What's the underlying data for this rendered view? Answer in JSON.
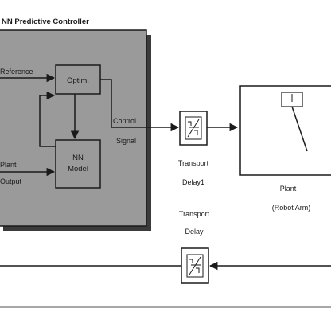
{
  "controller": {
    "title": "NN Predictive Controller",
    "reference_label": "Reference",
    "optim_label": "Optim.",
    "nn_model_line1": "NN",
    "nn_model_line2": "Model",
    "plant_output_line1": "Plant",
    "plant_output_line2": "Output",
    "control_signal_line1": "Control",
    "control_signal_line2": "Signal"
  },
  "transport_delay_1": {
    "line1": "Transport",
    "line2": "Delay1"
  },
  "transport_delay_2": {
    "line1": "Transport",
    "line2": "Delay"
  },
  "plant": {
    "line1": "Plant",
    "line2": "(Robot Arm)"
  },
  "colors": {
    "controller_fill": "#9a9a9a",
    "controller_shadow": "#3a3a3a",
    "block_fill": "#ffffff",
    "line": "#1a1a1a"
  },
  "icons": [
    "delay-icon",
    "robot-arm-icon",
    "arrow-icon"
  ]
}
